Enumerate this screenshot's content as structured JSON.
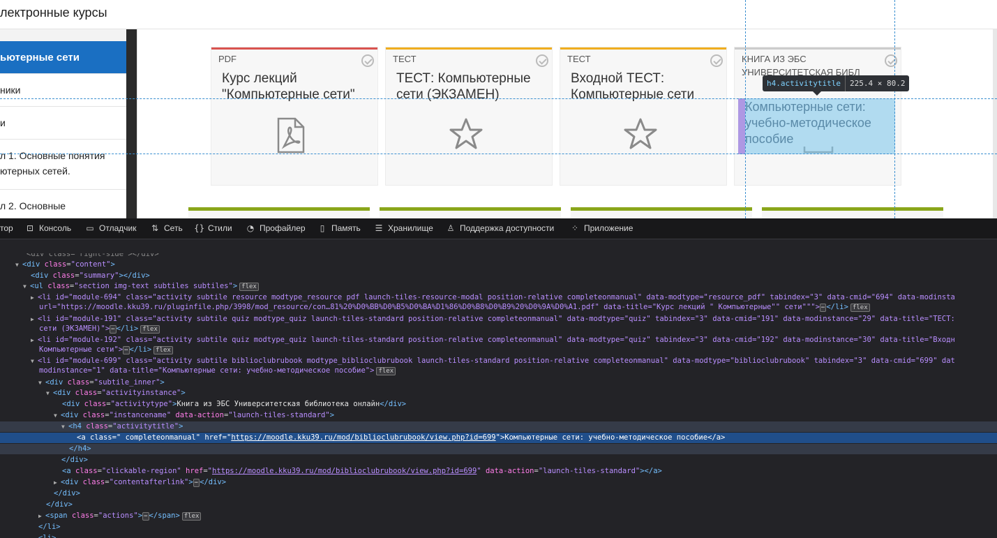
{
  "page": {
    "site_title": "лектронные курсы",
    "sidebar_items": [
      "ьютерные сети",
      "ники",
      "и",
      "л 1. Основные понятия",
      "ютерных сетей.",
      "л 2. Основные"
    ],
    "tiles": [
      {
        "type": "PDF",
        "title": "Курс лекций \"Компьютерные сети\"",
        "color": "#d9534f",
        "icon": "pdf-icon"
      },
      {
        "type": "ТЕСТ",
        "title": "ТЕСТ: Компьютерные сети (ЭКЗАМЕН)",
        "color": "#f0ad1e",
        "icon": "star-icon"
      },
      {
        "type": "ТЕСТ",
        "title": "Входной ТЕСТ: Компьютерные сети",
        "color": "#f0ad1e",
        "icon": "star-icon"
      },
      {
        "type": "КНИГА ИЗ ЭБС УНИВЕРСИТЕТСКАЯ БИБЛ",
        "title": "Компьютерные сети: учебно-методическое пособие",
        "color": "#cccccc",
        "icon": "book-icon"
      }
    ],
    "second_row_color": "#8aa61b",
    "tooltip": {
      "selector": "h4.activitytitle",
      "size": "225.4 × 80.2"
    }
  },
  "devtools": {
    "tabs": [
      {
        "label": "тор",
        "icon": "inspector-icon"
      },
      {
        "label": "Консоль",
        "icon": "console-icon"
      },
      {
        "label": "Отладчик",
        "icon": "debugger-icon"
      },
      {
        "label": "Сеть",
        "icon": "network-icon"
      },
      {
        "label": "Стили",
        "icon": "style-editor-icon"
      },
      {
        "label": "Профайлер",
        "icon": "profiler-icon"
      },
      {
        "label": "Память",
        "icon": "memory-icon"
      },
      {
        "label": "Хранилище",
        "icon": "storage-icon"
      },
      {
        "label": "Поддержка доступности",
        "icon": "accessibility-icon"
      },
      {
        "label": "Приложение",
        "icon": "application-icon"
      }
    ],
    "tree": {
      "l0": "<div class=\"right-side\"></div>",
      "l1": {
        "tag": "div",
        "class": "content"
      },
      "l2": {
        "tag": "div",
        "class": "summary"
      },
      "l3": {
        "tag": "ul",
        "class": "section img-text subtiles subtiles",
        "badge": "flex"
      },
      "l4a": "<li id=\"module-694\" class=\"activity subtile resource modtype_resource pdf launch-tiles-resource-modal position-relative completeonmanual\" data-modtype=\"resource_pdf\" tabindex=\"3\" data-cmid=\"694\" data-modinsta",
      "l4b": "url=\"https://moodle.kku39.ru/pluginfile.php/3998/mod_resource/con…81%20%D0%BB%D0%B5%D0%BA%D1%86%D0%B8%D0%B9%20%D0%9A%D0%A1.pdf\" data-title=\"Курс лекций \" Компьютерные\"\" сети\"\"\">",
      "l5a": "<li id=\"module-191\" class=\"activity subtile quiz modtype_quiz launch-tiles-standard position-relative completeonmanual\" data-modtype=\"quiz\" tabindex=\"3\" data-cmid=\"191\" data-modinstance=\"29\" data-title=\"ТЕСТ:",
      "l5b": "сети (ЭКЗАМЕН)\">",
      "l6a": "<li id=\"module-192\" class=\"activity subtile quiz modtype_quiz launch-tiles-standard position-relative completeonmanual\" data-modtype=\"quiz\" tabindex=\"3\" data-cmid=\"192\" data-modinstance=\"30\" data-title=\"Входн",
      "l6b": "Компьютерные сети\">",
      "l7a": "<li id=\"module-699\" class=\"activity subtile biblioclubrubook modtype_biblioclubrubook launch-tiles-standard position-relative completeonmanual\" data-modtype=\"biblioclubrubook\" tabindex=\"3\" data-cmid=\"699\" dat",
      "l7b": "modinstance=\"1\" data-title=\"Компьютерные сети: учебно-методическое пособие\">",
      "activitytype_text": "Книга из ЭБС Университетская библиотека онлайн",
      "link_href": "https://moodle.kku39.ru/mod/biblioclubrubook/view.php?id=699",
      "link_text": "Компьютерные сети: учебно-методическое пособие",
      "badge": "flex",
      "dots": "⋯"
    }
  }
}
